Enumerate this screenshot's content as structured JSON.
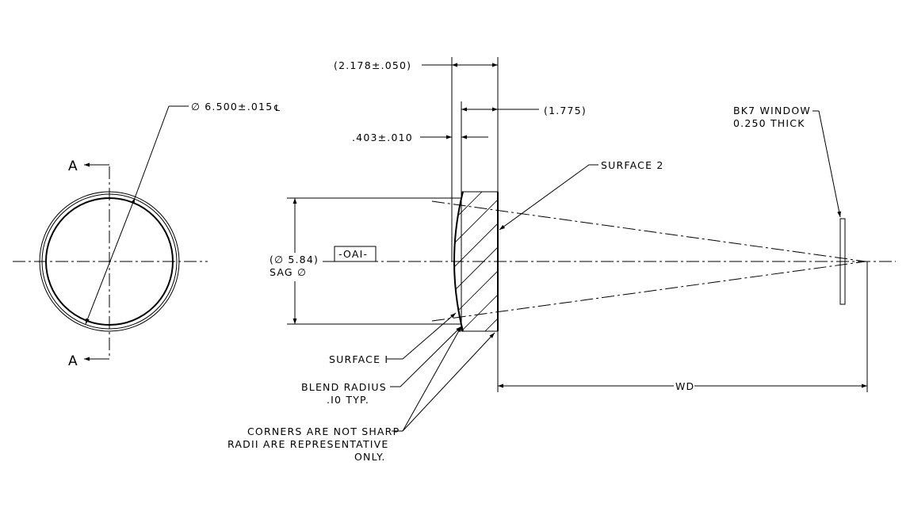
{
  "section_label": "A",
  "section_label_bottom": "A",
  "outer_diameter": "∅ 6.500±.015",
  "centerline_symbol": "℄",
  "overall_thickness": "(2.178±.050)",
  "inner_dim": "(1.775)",
  "edge_thickness": ".403±.010",
  "surface_2": "SURFACE 2",
  "sag_diameter_line1": "(∅ 5.84)",
  "sag_diameter_line2": "SAG ∅",
  "datum": "-OAI-",
  "window_line1": "BK7 WINDOW",
  "window_line2": "0.250 THICK",
  "surface_1": "SURFACE I",
  "blend_line1": "BLEND  RADIUS",
  "blend_line2": ".I0 TYP.",
  "note_line1": "CORNERS ARE NOT SHARP",
  "note_line2": "RADII ARE REPRESENTATIVE",
  "note_line3": "ONLY.",
  "working_distance": "WD"
}
